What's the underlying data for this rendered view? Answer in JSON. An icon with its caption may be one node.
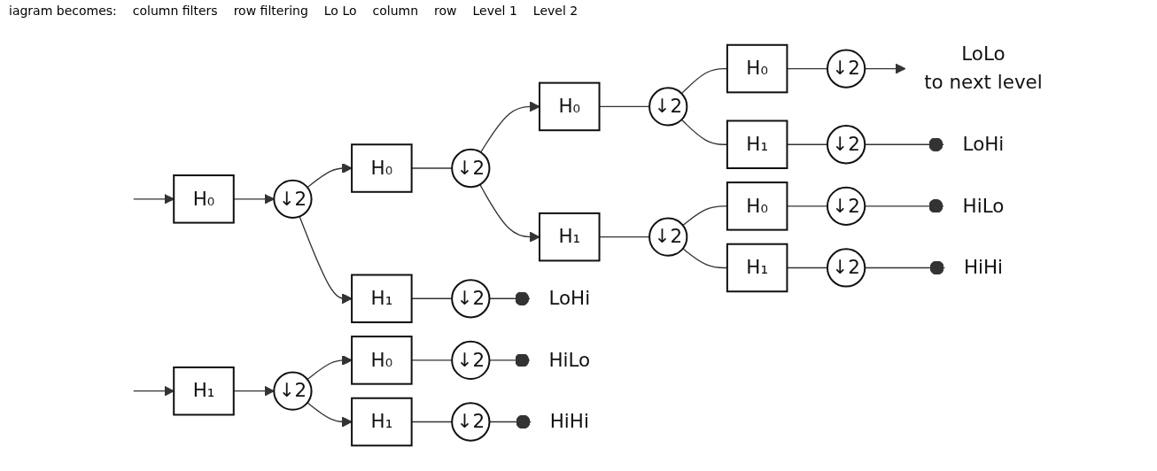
{
  "diagram": {
    "nodes": [
      {
        "text": [
          "H₀"
        ]
      },
      {
        "text": [
          "↓2"
        ]
      },
      {
        "text": [
          "H₀"
        ]
      },
      {
        "text": [
          "↓2"
        ]
      },
      {
        "text": [
          "H₁"
        ]
      },
      {
        "text": [
          "↓2"
        ]
      },
      {
        "text": [
          "LoHi"
        ]
      },
      {
        "text": [
          "H₁"
        ]
      },
      {
        "text": [
          "↓2"
        ]
      },
      {
        "text": [
          "H₀"
        ]
      },
      {
        "text": [
          "↓2"
        ]
      },
      {
        "text": [
          "HiLo"
        ]
      },
      {
        "text": [
          "H₁"
        ]
      },
      {
        "text": [
          "↓2"
        ]
      },
      {
        "text": [
          "HiHi"
        ]
      },
      {
        "text": [
          "H₀"
        ]
      },
      {
        "text": [
          "↓2"
        ]
      },
      {
        "text": [
          "H₀"
        ]
      },
      {
        "text": [
          "↓2"
        ]
      },
      {
        "text": [
          "LoLo",
          "to next level"
        ]
      },
      {
        "text": [
          "H₁"
        ]
      },
      {
        "text": [
          "↓2"
        ]
      },
      {
        "text": [
          "LoHi"
        ]
      },
      {
        "text": [
          "H₁"
        ]
      },
      {
        "text": [
          "↓2"
        ]
      },
      {
        "text": [
          "H₀"
        ]
      },
      {
        "text": [
          "↓2"
        ]
      },
      {
        "text": [
          "HiLo"
        ]
      },
      {
        "text": [
          "H₁"
        ]
      },
      {
        "text": [
          "↓2"
        ]
      },
      {
        "text": [
          "HiHi"
        ]
      }
    ],
    "edges": [
      {
        "from": null,
        "to": 0,
        "arrow": "to"
      },
      {
        "from": null,
        "to": 7,
        "arrow": "to"
      },
      {
        "from": 0,
        "to": 1,
        "arrow": "to"
      },
      {
        "from": 1,
        "to": 2,
        "arrow": "to"
      },
      {
        "from": 1,
        "to": 4,
        "arrow": "to"
      },
      {
        "from": 2,
        "to": 3,
        "arrow": "none"
      },
      {
        "from": 4,
        "to": 5,
        "arrow": "none"
      },
      {
        "from": 5,
        "to": 6,
        "arrow": "other"
      },
      {
        "from": 7,
        "to": 8,
        "arrow": "to"
      },
      {
        "from": 8,
        "to": 9,
        "arrow": "to"
      },
      {
        "from": 8,
        "to": 12,
        "arrow": "to"
      },
      {
        "from": 9,
        "to": 10,
        "arrow": "none"
      },
      {
        "from": 10,
        "to": 11,
        "arrow": "other"
      },
      {
        "from": 12,
        "to": 13,
        "arrow": "none"
      },
      {
        "from": 13,
        "to": 14,
        "arrow": "other"
      },
      {
        "from": 3,
        "to": 15,
        "arrow": "to"
      },
      {
        "from": 3,
        "to": 23,
        "arrow": "to"
      },
      {
        "from": 15,
        "to": 16,
        "arrow": "none"
      },
      {
        "from": 16,
        "to": 17,
        "arrow": "none"
      },
      {
        "from": 16,
        "to": 20,
        "arrow": "none"
      },
      {
        "from": 17,
        "to": 18,
        "arrow": "none"
      },
      {
        "from": 18,
        "to": 19,
        "arrow": "to"
      },
      {
        "from": 20,
        "to": 21,
        "arrow": "none"
      },
      {
        "from": 21,
        "to": 22,
        "arrow": "other"
      },
      {
        "from": 23,
        "to": 24,
        "arrow": "none"
      },
      {
        "from": 24,
        "to": 25,
        "arrow": "none"
      },
      {
        "from": 24,
        "to": 28,
        "arrow": "none"
      },
      {
        "from": 25,
        "to": 26,
        "arrow": "none"
      },
      {
        "from": 26,
        "to": 27,
        "arrow": "other"
      },
      {
        "from": 28,
        "to": 29,
        "arrow": "none"
      },
      {
        "from": 29,
        "to": 30,
        "arrow": "other"
      }
    ],
    "labels": [
      "iagram becomes:",
      "column filters",
      "row filtering",
      "Lo Lo",
      "column",
      "row",
      "Level 1",
      "Level 2"
    ]
  }
}
